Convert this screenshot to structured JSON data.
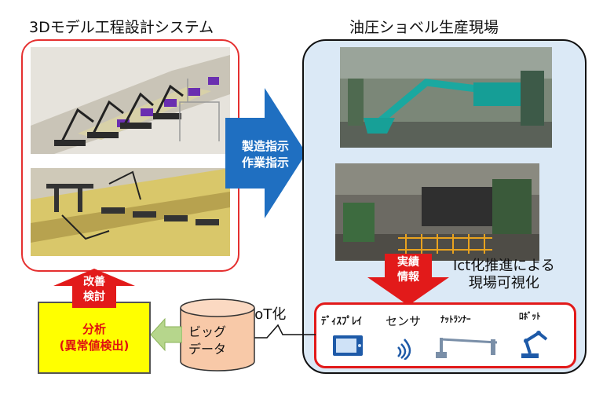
{
  "left_title": "3Dモデル工程設計システム",
  "right_title": "油圧ショベル生産現場",
  "blue_arrow": {
    "line1": "製造指示",
    "line2": "作業指示",
    "color": "#1f6fc1"
  },
  "red_arrow_down": {
    "line1": "実績",
    "line2": "情報",
    "color": "#e21a1a"
  },
  "red_arrow_up": {
    "line1": "改善",
    "line2": "検討",
    "color": "#e21a1a"
  },
  "ict": {
    "line1": "Ict化推進による",
    "line2": "現場可視化"
  },
  "devices": {
    "display": "ﾃﾞｨｽﾌﾟﾚｲ",
    "sensor": "センサ",
    "nutrunner": "ﾅｯﾄﾗﾝﾅｰ",
    "robot": "ﾛﾎﾞｯﾄ"
  },
  "iot_label": "IoT化",
  "big_data": {
    "line1": "ビッグ",
    "line2": "データ"
  },
  "analysis": {
    "line1": "分析",
    "line2": "(異常値検出)"
  },
  "colors": {
    "panel_red": "#e53030",
    "panel_fill": "#dbe9f6",
    "analysis_fill": "#ffff00",
    "analysis_text": "#e01010",
    "cylinder": "#f8c9a8",
    "green_arrow": "#b6d68c"
  }
}
